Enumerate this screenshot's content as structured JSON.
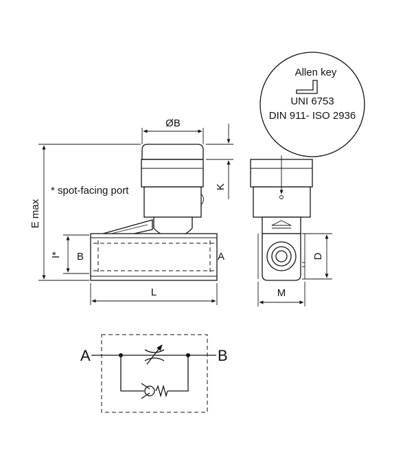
{
  "dimensions": {
    "phi_b": "ØB",
    "k": "K",
    "e_max": "E max",
    "i_star": "I*",
    "b": "B",
    "a_side": "A",
    "l": "L",
    "d": "D",
    "m": "M"
  },
  "notes": {
    "spot_facing": "* spot-facing port"
  },
  "callout": {
    "title": "Allen key",
    "line1": "UNI 6753",
    "line2": "DIN 911- ISO 2936"
  },
  "schematic": {
    "port_a": "A",
    "port_b": "B"
  }
}
